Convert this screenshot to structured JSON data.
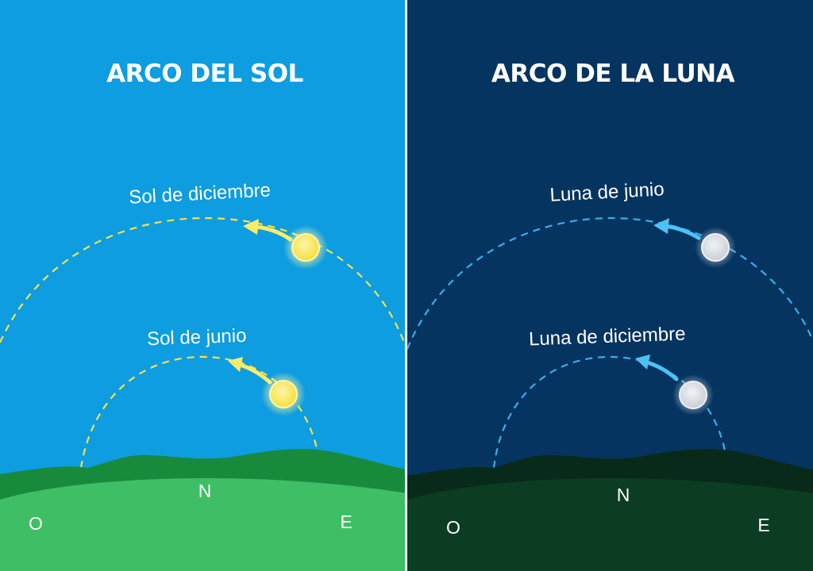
{
  "colors": {
    "sun_sky": "#0d9de0",
    "moon_sky": "#063460",
    "sun_hill_back": "#188a3c",
    "sun_hill_front": "#3ebf65",
    "moon_hill_back": "#082a1a",
    "moon_hill_front": "#0c3d22",
    "sun_arc": "#f4e24a",
    "moon_arc": "#3aaee8",
    "sun_body": "#fbeb6a",
    "moon_body": "#d9dee3",
    "divider": "#ffffff"
  },
  "sun_panel": {
    "title": "ARCO DEL SOL",
    "upper_label": "Sol de diciembre",
    "lower_label": "Sol de junio",
    "upper_body_icon": "sun-icon",
    "lower_body_icon": "sun-icon",
    "dir_west": "O",
    "dir_north": "N",
    "dir_east": "E"
  },
  "moon_panel": {
    "title": "ARCO DE LA LUNA",
    "upper_label": "Luna de junio",
    "lower_label": "Luna de diciembre",
    "upper_body_icon": "moon-icon",
    "lower_body_icon": "moon-icon",
    "dir_west": "O",
    "dir_north": "N",
    "dir_east": "E"
  }
}
